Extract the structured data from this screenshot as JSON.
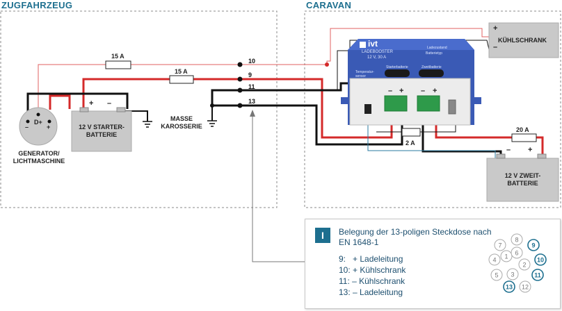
{
  "sections": {
    "left_title": "ZUGFAHRZEUG",
    "right_title": "CARAVAN"
  },
  "components": {
    "generator": "GENERATOR/\nLICHTMASCHINE",
    "generator_d": "D+",
    "generator_minus": "–",
    "generator_plus": "+",
    "starter_battery": "12 V STARTER-\nBATTERIE",
    "starter_plus": "+",
    "starter_minus": "–",
    "masse": "MASSE\nKAROSSERIE",
    "fridge": "KÜHLSCHRANK",
    "fridge_plus": "+",
    "fridge_minus": "–",
    "second_battery": "12 V ZWEIT-\nBATTERIE",
    "second_minus": "–",
    "second_plus": "+",
    "booster_brand": "ivt",
    "booster_name": "LADEBOOSTER",
    "booster_spec": "12 V, 30 A",
    "booster_small_1": "Starterbatterie",
    "booster_small_2": "Zweitbatterie",
    "booster_small_3": "Temperatur-\nsensor",
    "booster_small_4": "Ladezustand",
    "booster_small_5": "Batterietyp",
    "booster_term_minus_1": "–",
    "booster_term_plus_1": "+",
    "booster_term_minus_2": "–",
    "booster_term_plus_2": "+"
  },
  "fuses": {
    "f1": "15 A",
    "f2": "15 A",
    "f3": "2 A",
    "f4": "20 A"
  },
  "pins": {
    "p10": "10",
    "p9": "9",
    "p11": "11",
    "p13": "13"
  },
  "info": {
    "badge": "I",
    "title": "Belegung der 13-poligen Steckdose nach EN 1648-1",
    "rows": [
      "9:   + Ladeleitung",
      "10: + Kühlschrank",
      "11: – Kühlschrank",
      "13: – Ladeleitung"
    ],
    "socket_pins": [
      "1",
      "2",
      "3",
      "4",
      "5",
      "6",
      "7",
      "8",
      "9",
      "10",
      "11",
      "12",
      "13"
    ],
    "highlight_pins": [
      "9",
      "10",
      "11",
      "13"
    ]
  },
  "colors": {
    "accent": "#1d6f8f",
    "red": "#d42a2a",
    "black": "#111111",
    "light_red": "#e06060",
    "booster": "#3a5ab5"
  }
}
